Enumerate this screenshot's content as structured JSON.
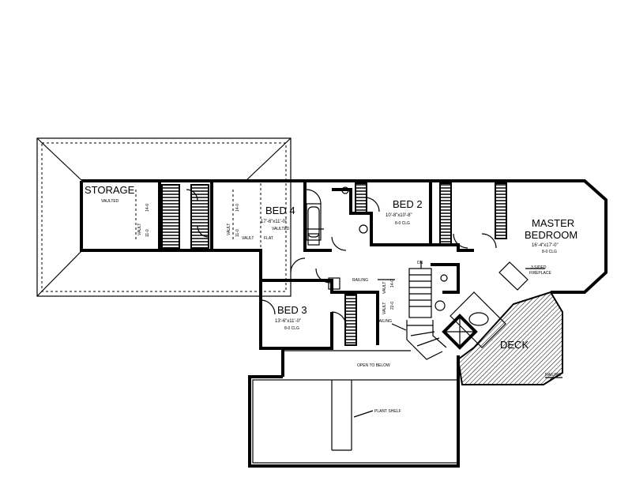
{
  "rooms": {
    "storage": {
      "name": "STORAGE",
      "note": "VAULTED"
    },
    "bed4": {
      "name": "BED 4",
      "dims": "17'-6\"x11'-0\"",
      "note": "VAULTED"
    },
    "bed2": {
      "name": "BED 2",
      "dims": "10'-8\"x10'-8\"",
      "note": "8-0 CLG"
    },
    "bed3": {
      "name": "BED 3",
      "dims": "13'-6\"x11'-0\"",
      "note": "8-0 CLG"
    },
    "master": {
      "name_line1": "MASTER",
      "name_line2": "BEDROOM",
      "dims": "16'-4\"x17'-0\"",
      "note": "8-0 CLG"
    },
    "deck": {
      "name": "DECK"
    }
  },
  "annotations": {
    "vault": "VAULT",
    "flat": "FLAT",
    "h1": "11-0",
    "h2": "14-0",
    "h3": "22-0",
    "railing": "RAILING",
    "dn": "DN",
    "fireplace_line1": "3 SIDED",
    "fireplace_line2": "FIREPLACE",
    "open_to_below": "OPEN TO BELOW",
    "plant_shelf": "PLANT SHELF"
  },
  "colors": {
    "ink": "#000000",
    "paper": "#ffffff"
  }
}
